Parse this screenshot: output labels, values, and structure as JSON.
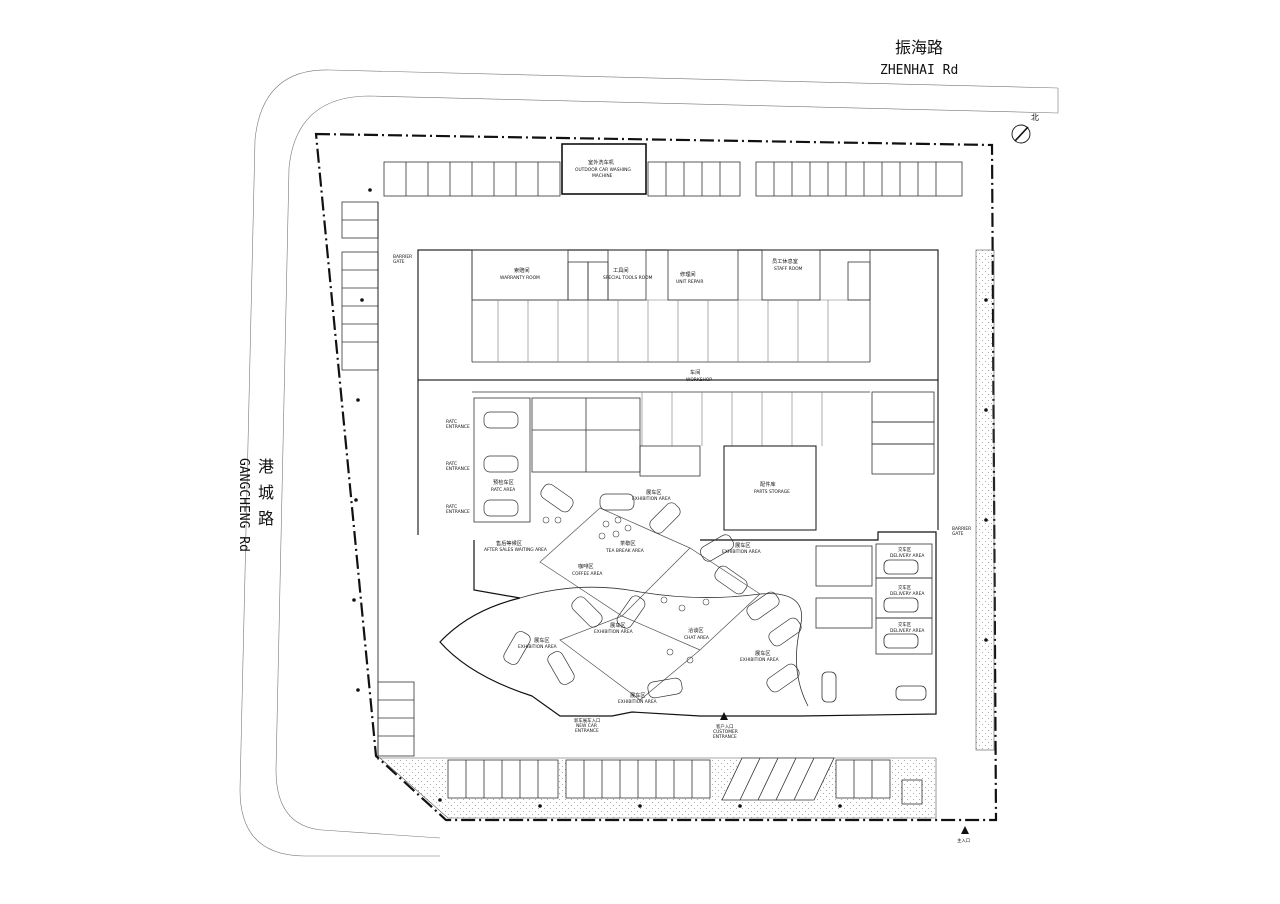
{
  "roads": {
    "north_cn": "振海路",
    "north_en": "ZHENHAI Rd",
    "west_cn": "港城路",
    "west_en": "GANGCHENG Rd"
  },
  "north_mark": "北",
  "rooms": {
    "outdoor_wash_cn": "室外洗车机",
    "outdoor_wash_en1": "OUTDOOR CAR WASHING",
    "outdoor_wash_en2": "MACHINE",
    "warranty_cn": "索赔间",
    "warranty_en": "WARRANTY ROOM",
    "special_tools_cn": "工具间",
    "special_tools_en": "SPECIAL TOOLS ROOM",
    "unit_repair_cn": "修理间",
    "unit_repair_en": "UNIT REPAIR",
    "staff_room_cn": "员工休息室",
    "staff_room_en": "STAFF ROOM",
    "workshop_cn": "车间",
    "workshop_en": "WORKSHOP",
    "ratc_cn": "预检车区",
    "ratc_en": "RATC AREA",
    "parts_cn": "配件库",
    "parts_en": "PARTS STORAGE",
    "after_sales_cn": "售后等候区",
    "after_sales_en": "AFTER SALES WAITING AREA",
    "tea_cn": "茶歇区",
    "tea_en": "TEA BREAK AREA",
    "coffee_cn": "咖啡区",
    "coffee_en": "COFFEE AREA",
    "chat_cn": "洽谈区",
    "chat_en": "CHAT AREA",
    "exhibition_cn": "展车区",
    "exhibition_en": "EXHIBITION AREA",
    "delivery_cn": "交车区",
    "delivery_en": "DELIVERY AREA",
    "customer_entrance_cn": "客户入口",
    "customer_entrance_en1": "CUSTOMER",
    "customer_entrance_en2": "ENTRANCE",
    "new_car_entrance_cn": "新车展车入口",
    "new_car_entrance_en1": "NEW CAR",
    "new_car_entrance_en2": "ENTRANCE",
    "ratc_entrance_en1": "RATC",
    "ratc_entrance_en2": "ENTRANCE",
    "barrier_gate_en1": "BARRIER",
    "barrier_gate_en2": "GATE",
    "main_entrance_cn": "主入口"
  },
  "colors": {
    "boundary": "#111111",
    "line": "#333333",
    "thin": "#777777",
    "hatch": "#999999"
  }
}
